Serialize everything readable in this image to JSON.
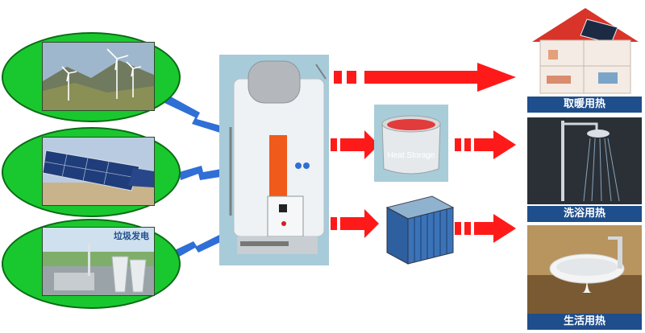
{
  "sources": [
    {
      "icon": "wind-turbine-icon"
    },
    {
      "icon": "solar-panel-icon"
    },
    {
      "icon": "power-plant-icon",
      "caption": "垃圾发电"
    }
  ],
  "storage": {
    "label": "Heat Storage"
  },
  "uses": [
    {
      "label": "取暖用热",
      "icon": "house-icon"
    },
    {
      "label": "洗浴用热",
      "icon": "shower-icon"
    },
    {
      "label": "生活用热",
      "icon": "sink-icon"
    }
  ],
  "colors": {
    "oval": "#19c82e",
    "arrow": "#ff1a1a",
    "lightning": "#2f6fd6",
    "label_bg": "#1f4e8c",
    "boiler_accent": "#f05a1a"
  }
}
